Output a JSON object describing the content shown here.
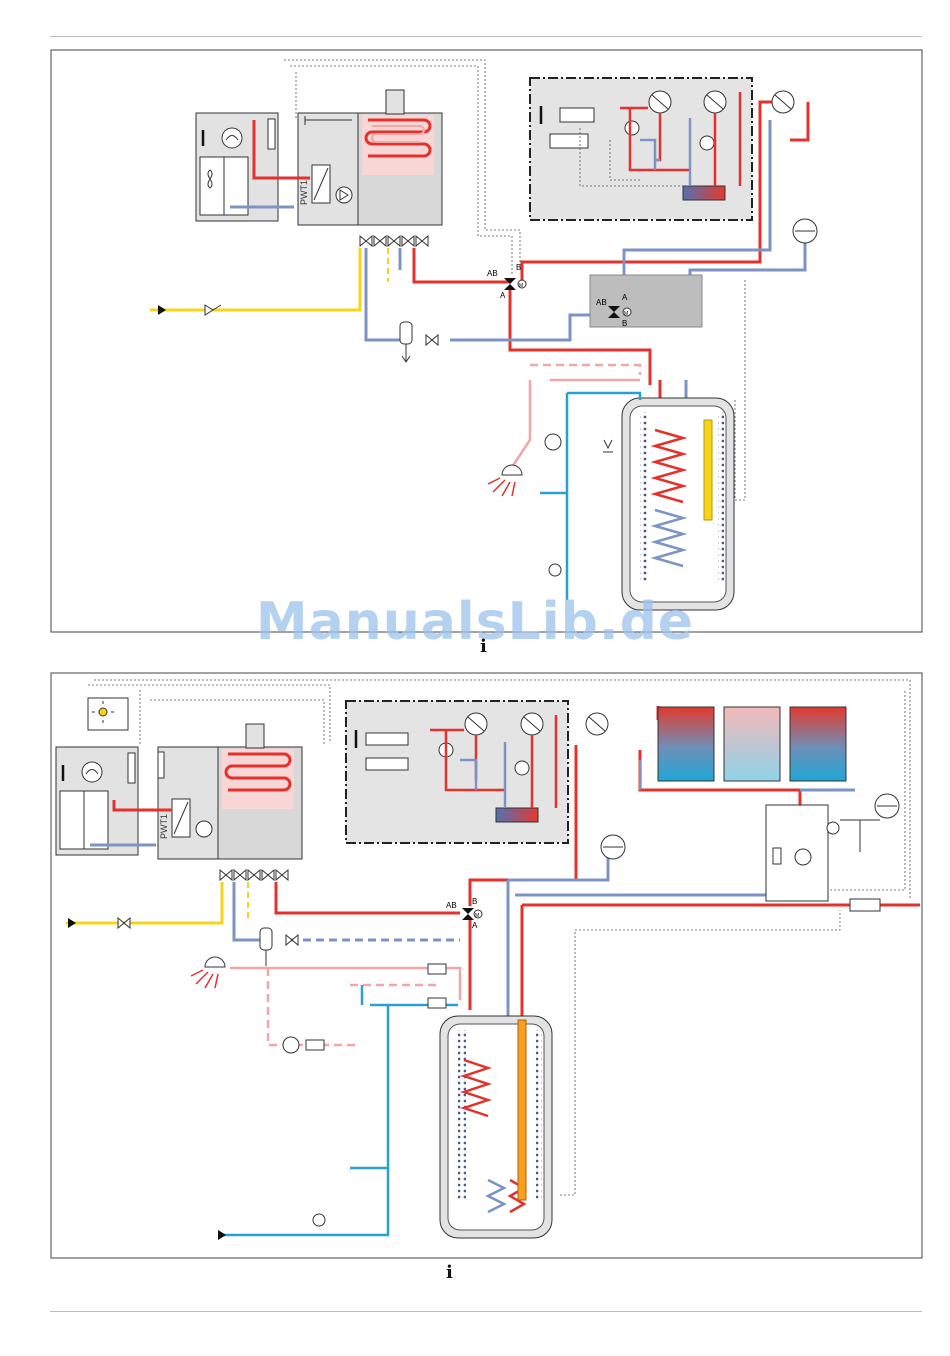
{
  "watermark": "ManualsLib.de",
  "diagram1": {
    "pwt_label": "PWT1",
    "valve_top": {
      "ab": "AB",
      "a": "A",
      "b": "B",
      "m": "M"
    },
    "valve_mid": {
      "ab": "AB",
      "a": "A",
      "b": "B",
      "m": "M"
    },
    "info_icon": "i"
  },
  "diagram2": {
    "pwt_label": "PWT1",
    "valve": {
      "ab": "AB",
      "a": "A",
      "b": "B",
      "m": "M"
    },
    "info_icon": "i"
  },
  "colors": {
    "heating_flow": "#e4312b",
    "heating_return": "#7c93c4",
    "cold_water": "#2a9fd6",
    "hot_water_pink": "#f0a7a7",
    "gas_yellow": "#f7d417",
    "control_box": "#e4e4e4",
    "grey_box": "#bdbdbd"
  },
  "icons": [
    "thermostat-icon",
    "fan-icon",
    "compressor-icon",
    "pump-icon",
    "three-way-valve-icon",
    "expansion-vessel-icon",
    "shower-icon",
    "sun-icon",
    "gauge-icon",
    "check-valve-icon",
    "info-icon"
  ]
}
